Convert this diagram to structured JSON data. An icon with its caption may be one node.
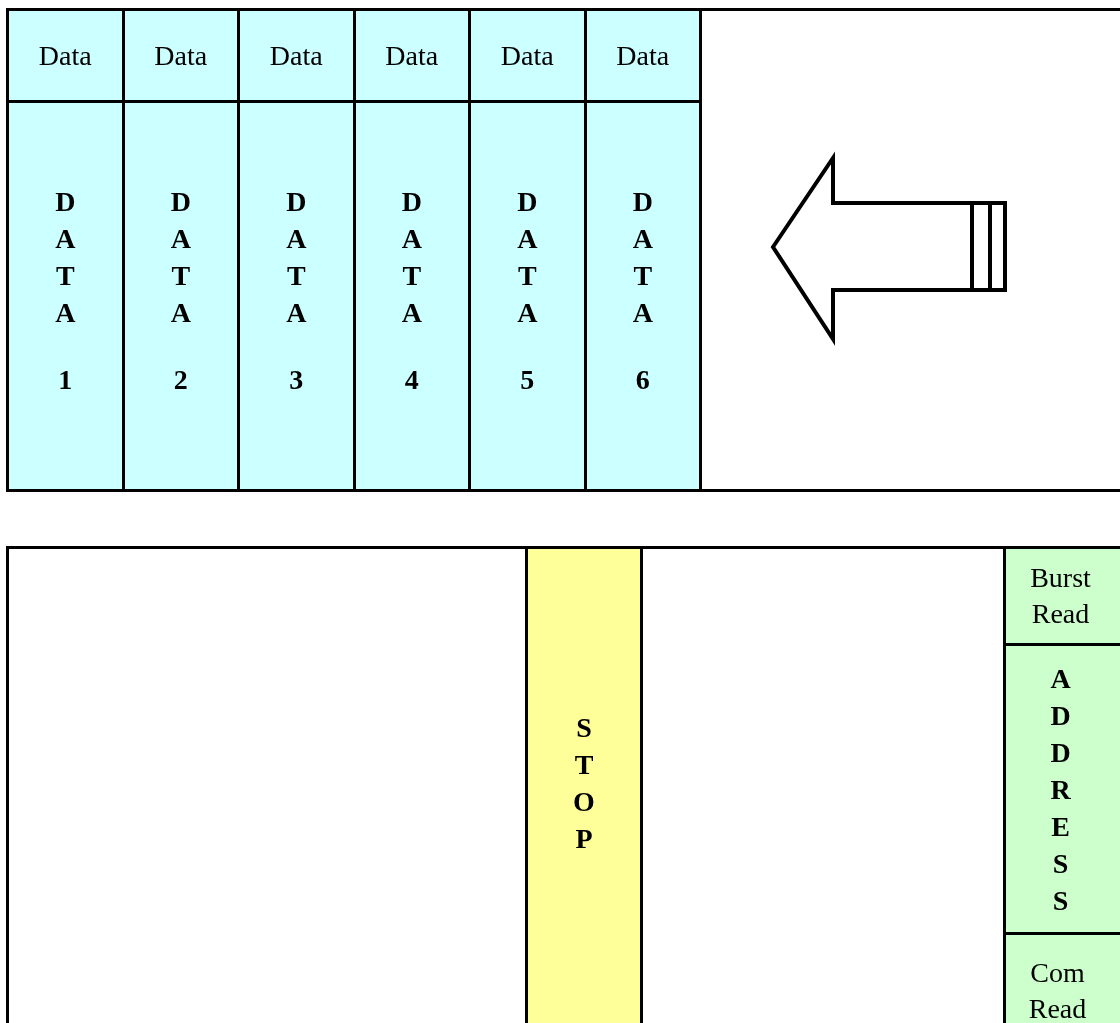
{
  "diagram": {
    "nodes": [
      {
        "text": [],
        "shape": "box"
      },
      {
        "text": [
          "Data"
        ],
        "in": 0
      },
      {
        "text": [
          "Data"
        ],
        "in": 0
      },
      {
        "text": [
          "Data"
        ],
        "in": 0
      },
      {
        "text": [
          "Data"
        ],
        "in": 0
      },
      {
        "text": [
          "Data"
        ],
        "in": 0
      },
      {
        "text": [
          "Data"
        ],
        "in": 0
      },
      {
        "text": [
          "DATA",
          "1"
        ],
        "in": 0
      },
      {
        "text": [
          "DATA",
          "2"
        ],
        "in": 0
      },
      {
        "text": [
          "DATA",
          "3"
        ],
        "in": 0
      },
      {
        "text": [
          "DATA",
          "4"
        ],
        "in": 0
      },
      {
        "text": [
          "DATA",
          "5"
        ],
        "in": 0
      },
      {
        "text": [
          "DATA",
          "6"
        ],
        "in": 0
      },
      {
        "text": [],
        "shape": "box"
      },
      {
        "text": [
          "STOP"
        ],
        "in": 13
      },
      {
        "text": [
          "Burst Read"
        ],
        "in": 13
      },
      {
        "text": [
          "ADDRESS"
        ],
        "in": 13
      },
      {
        "text": [
          "Com Read"
        ],
        "in": 13
      }
    ]
  }
}
